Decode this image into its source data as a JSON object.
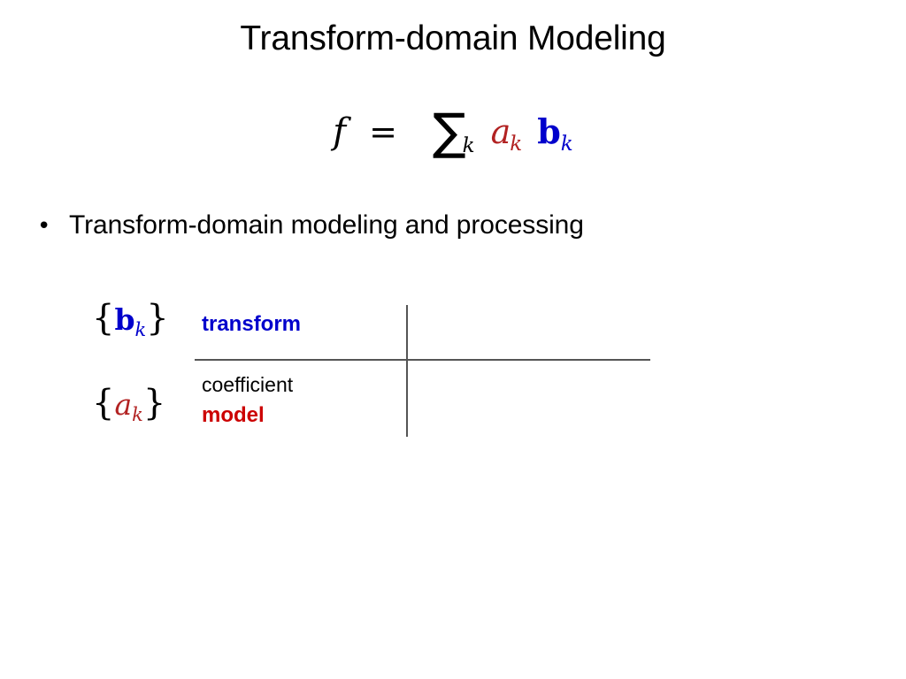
{
  "slide": {
    "title": "Transform-domain Modeling",
    "background_color": "#FFFFFF"
  },
  "colors": {
    "text": "#000000",
    "blue": "#0000CC",
    "red_equation": "#B22222",
    "red_model": "#CC0000",
    "rule": "#555555"
  },
  "equation": {
    "lhs": "f",
    "relation": "=",
    "sum_symbol": "∑",
    "sum_index": "k",
    "coefficient_symbol": "a",
    "coefficient_subscript": "k",
    "basis_symbol": "b",
    "basis_subscript": "k",
    "plain_text": "f = ∑ₖ aₖ bₖ"
  },
  "bullets": [
    {
      "marker": "•",
      "text": "Transform-domain modeling and processing"
    }
  ],
  "table": {
    "rows": [
      {
        "set_open_brace": "{",
        "set_symbol": "b",
        "set_subscript": "k",
        "set_close_brace": "}",
        "set_color": "#0000CC",
        "label_lines": [
          {
            "text": "transform",
            "color": "#0000CC",
            "bold": true
          }
        ]
      },
      {
        "set_open_brace": "{",
        "set_symbol": "a",
        "set_subscript": "k",
        "set_close_brace": "}",
        "set_color": "#B22222",
        "label_lines": [
          {
            "text": "coefficient",
            "color": "#000000",
            "bold": false
          },
          {
            "text": "model",
            "color": "#CC0000",
            "bold": true
          }
        ]
      }
    ]
  }
}
